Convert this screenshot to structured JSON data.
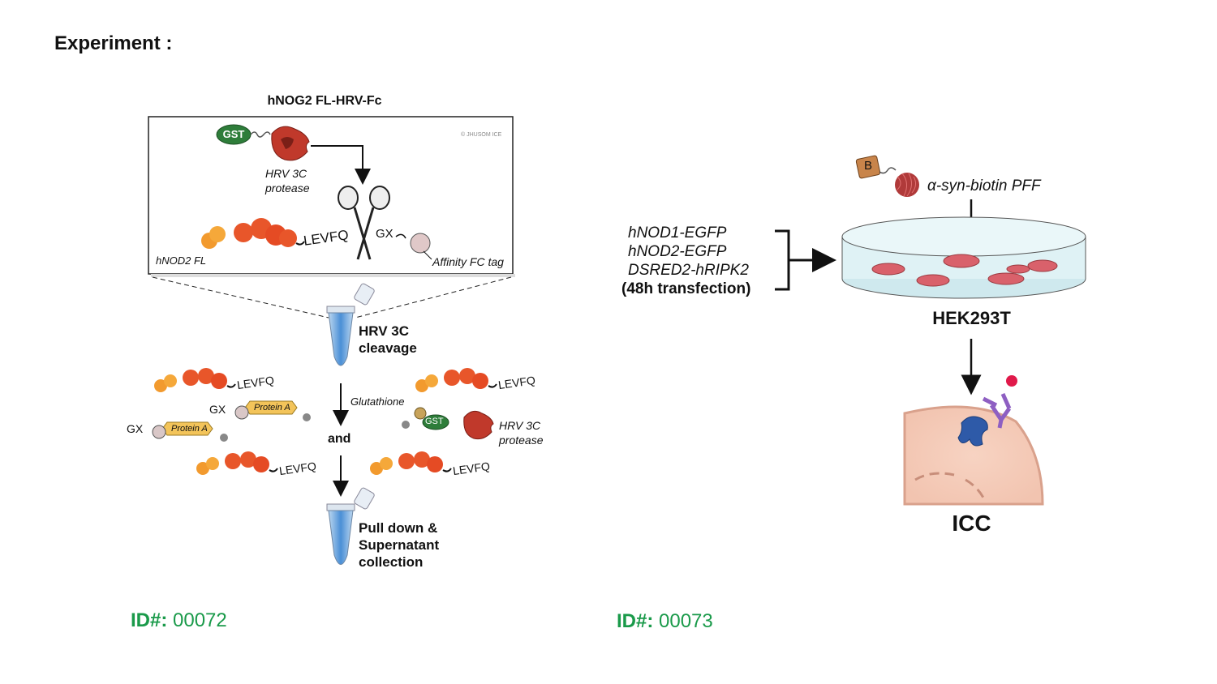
{
  "slide": {
    "title": "Experiment :"
  },
  "left_panel": {
    "title": "hNOG2 FL-HRV-Fc",
    "box": {
      "gst": "GST",
      "protease": [
        "HRV 3C",
        "protease"
      ],
      "hnod2": "hNOD2 FL",
      "levfq": "LEVFQ",
      "gx": "GX",
      "affinity": "Affinity FC tag",
      "watermark": [
        "© JHUSOM ICE"
      ]
    },
    "steps": {
      "cleavage": [
        "HRV 3C",
        "cleavage"
      ],
      "glutathione": "Glutathione",
      "and": "and",
      "protein_a": "Protein A",
      "gx": "GX",
      "levfq": "LEVFQ",
      "gst": "GST",
      "protease": [
        "HRV 3C",
        "protease"
      ],
      "collection": [
        "Pull down &",
        "Supernatant",
        "collection"
      ]
    },
    "id": {
      "prefix": "ID#:",
      "value": "00072"
    }
  },
  "right_panel": {
    "bead": "B",
    "pff": "α-syn-biotin PFF",
    "transfections": [
      "hNOD1-EGFP",
      "hNOD2-EGFP",
      "DSRED2-hRIPK2",
      "(48h transfection)"
    ],
    "cells": "HEK293T",
    "method": "ICC",
    "id": {
      "prefix": "ID#:",
      "value": "00073"
    }
  },
  "colors": {
    "id_green": "#1a9a4a",
    "protein_orange": "#e8562a",
    "protein_light": "#f29a2e",
    "gst_green": "#2e7d3a",
    "protease_red": "#c0392b",
    "dish_blue": "#cfe9ee",
    "cell_pink": "#d9616b"
  }
}
